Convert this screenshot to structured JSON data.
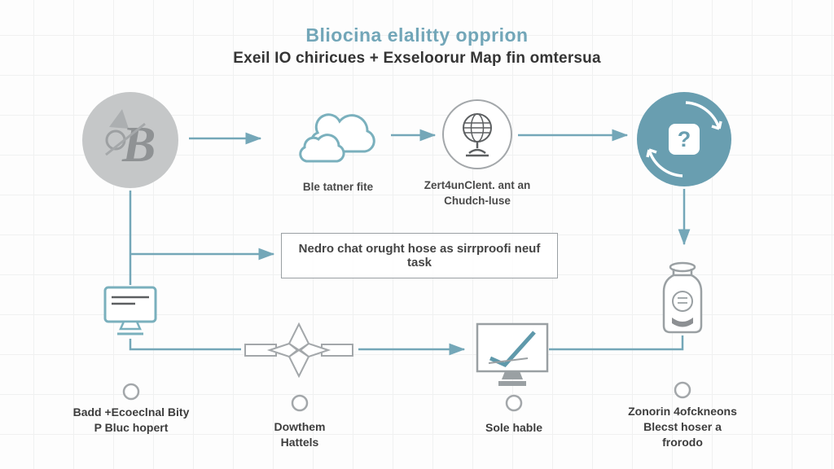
{
  "title": "Bliocina elalitty opprion",
  "subtitle": "Exeil IO chiricues + Exseloorur Map fin omtersua",
  "colors": {
    "accent_teal": "#72a6b8",
    "teal_fill": "#699eb0",
    "outline_gray": "#9aa0a3",
    "logo_gray": "#c5c7c8",
    "text_dark": "#343434"
  },
  "icons": {
    "logo": "emblem-logo-icon",
    "cloud": "cloud-icon",
    "globe": "globe-stand-icon",
    "question": "question-refresh-icon",
    "jar": "jar-container-icon",
    "monitor": "monitor-icon",
    "compass": "compass-gear-icon",
    "check_monitor": "monitor-checkmark-icon"
  },
  "flow": {
    "cloud_label": "Ble tatner fite",
    "globe_label_line1": "Zert4unClent. ant an",
    "globe_label_line2": "Chudch-luse",
    "question_mark": "?",
    "banner_text": "Nedro chat orught hose as sirrproofi neuf task"
  },
  "legend": [
    {
      "line1": "Badd +Ecoeclnal Bity",
      "line2": "P Bluc hopert",
      "line3": ""
    },
    {
      "line1": "Dowthem",
      "line2": "Hattels",
      "line3": ""
    },
    {
      "line1": "Sole hable",
      "line2": "",
      "line3": ""
    },
    {
      "line1": "Zonorin 4ofckneons",
      "line2": "Blecst hoser a",
      "line3": "frorodo"
    }
  ]
}
